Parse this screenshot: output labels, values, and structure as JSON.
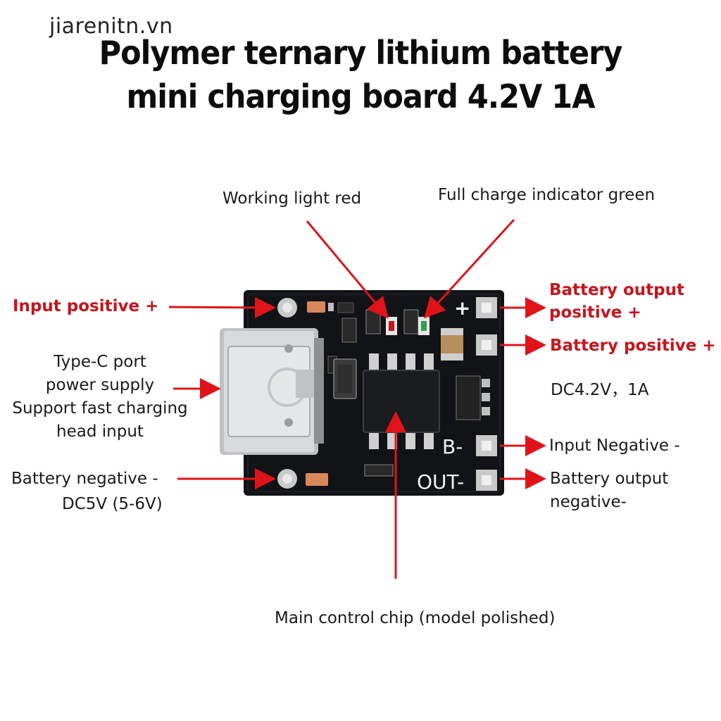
{
  "watermark": "jiarenitn.vn",
  "title": {
    "line1": "Polymer ternary lithium battery",
    "line2": "mini charging board 4.2V 1A"
  },
  "labels": {
    "working_light": "Working light red",
    "full_charge": "Full charge indicator green",
    "input_positive": "Input positive +",
    "battery_output_positive_1": "Battery output",
    "battery_output_positive_2": "positive +",
    "battery_positive": "Battery positive +",
    "typec_1": "Type-C port",
    "typec_2": "power supply",
    "typec_3": "Support fast charging",
    "typec_4": "head input",
    "dc_rating": "DC4.2V，1A",
    "input_negative": "Input Negative -",
    "battery_negative": "Battery negative -",
    "dc5v": "DC5V (5-6V)",
    "battery_output_negative_1": "Battery output",
    "battery_output_negative_2": "negative-",
    "main_chip": "Main control chip (model polished)"
  },
  "board_marks": {
    "plus": "+",
    "b_minus": "B-",
    "out_minus": "OUT-"
  },
  "colors": {
    "arrow": "#e01418",
    "label_red": "#c8141a",
    "board": "#121316",
    "text": "#1a1a1a"
  }
}
